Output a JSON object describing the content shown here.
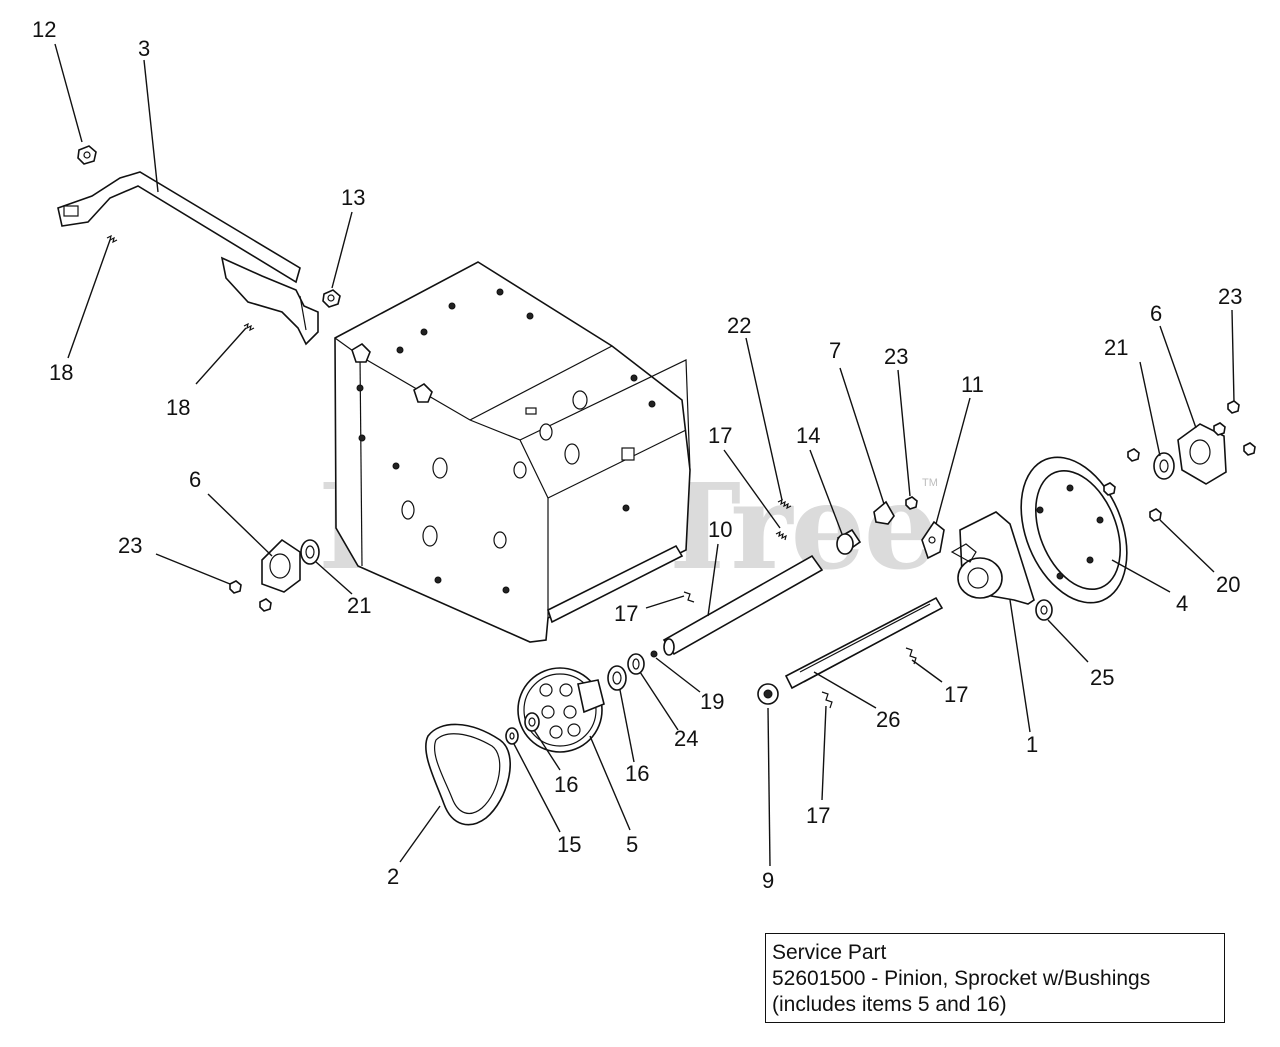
{
  "watermark": {
    "text": "PartsTree",
    "tm": "TM"
  },
  "callouts": [
    {
      "id": "c-12",
      "label": "12"
    },
    {
      "id": "c-3",
      "label": "3"
    },
    {
      "id": "c-13",
      "label": "13"
    },
    {
      "id": "c-18a",
      "label": "18"
    },
    {
      "id": "c-18b",
      "label": "18"
    },
    {
      "id": "c-22",
      "label": "22"
    },
    {
      "id": "c-7",
      "label": "7"
    },
    {
      "id": "c-23a",
      "label": "23"
    },
    {
      "id": "c-11",
      "label": "11"
    },
    {
      "id": "c-21a",
      "label": "21"
    },
    {
      "id": "c-6a",
      "label": "6"
    },
    {
      "id": "c-23b",
      "label": "23"
    },
    {
      "id": "c-17a",
      "label": "17"
    },
    {
      "id": "c-14",
      "label": "14"
    },
    {
      "id": "c-10",
      "label": "10"
    },
    {
      "id": "c-6b",
      "label": "6"
    },
    {
      "id": "c-23c",
      "label": "23"
    },
    {
      "id": "c-21b",
      "label": "21"
    },
    {
      "id": "c-17b",
      "label": "17"
    },
    {
      "id": "c-19",
      "label": "19"
    },
    {
      "id": "c-24",
      "label": "24"
    },
    {
      "id": "c-16a",
      "label": "16"
    },
    {
      "id": "c-16b",
      "label": "16"
    },
    {
      "id": "c-15",
      "label": "15"
    },
    {
      "id": "c-5",
      "label": "5"
    },
    {
      "id": "c-2",
      "label": "2"
    },
    {
      "id": "c-9",
      "label": "9"
    },
    {
      "id": "c-17c",
      "label": "17"
    },
    {
      "id": "c-26",
      "label": "26"
    },
    {
      "id": "c-17d",
      "label": "17"
    },
    {
      "id": "c-1",
      "label": "1"
    },
    {
      "id": "c-25",
      "label": "25"
    },
    {
      "id": "c-4",
      "label": "4"
    },
    {
      "id": "c-20",
      "label": "20"
    }
  ],
  "service_part": {
    "line1": "Service Part",
    "line2": "52601500 - Pinion, Sprocket w/Bushings",
    "line3": "(includes items 5 and 16)"
  }
}
